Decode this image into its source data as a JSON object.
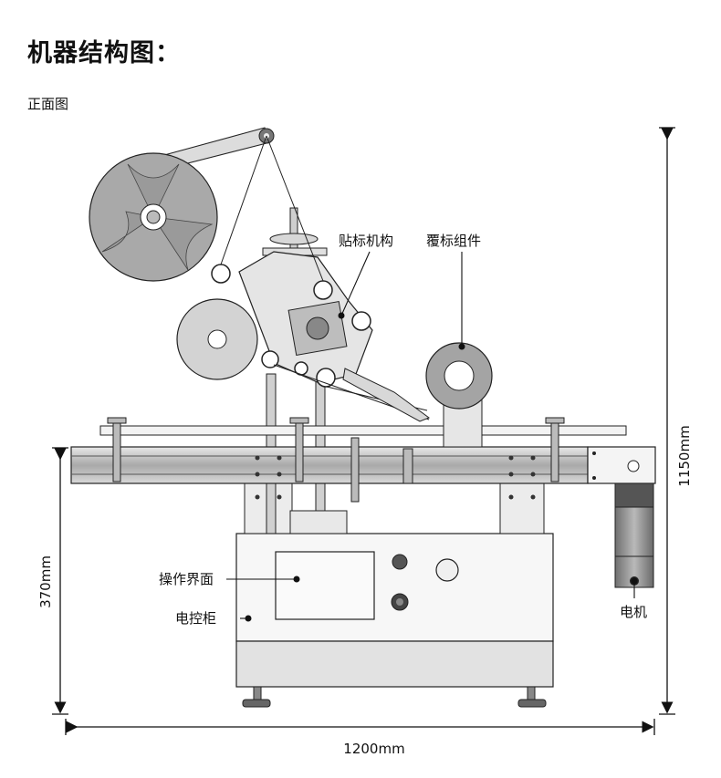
{
  "title": "机器结构图：",
  "subtitle": "正面图",
  "callouts": {
    "labeling_mechanism": "贴标机构",
    "overlay_assembly": "覆标组件",
    "operation_interface": "操作界面",
    "electric_cabinet": "电控柜",
    "motor": "电机"
  },
  "dimensions": {
    "total_height": "1150mm",
    "cabinet_height": "370mm",
    "total_width": "1200mm"
  },
  "colors": {
    "line": "#222222",
    "metal_light": "#d9d9d9",
    "metal_mid": "#a8a8a8",
    "metal_dark": "#555555",
    "cabinet": "#efefef"
  }
}
